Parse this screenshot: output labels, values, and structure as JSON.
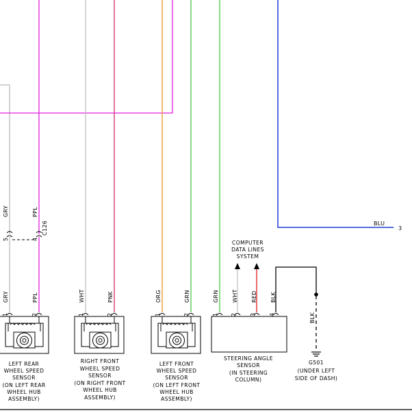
{
  "colors": {
    "GRY": "#b9b9b9",
    "PPL": "#e020e0",
    "WHT": "#c0c0c0",
    "PNK": "#d0286a",
    "ORG": "#e8961e",
    "GRN": "#4cc84c",
    "BLU": "#1e3cd2",
    "RED": "#e01a1a",
    "BLK": "#000000"
  },
  "connector": {
    "name": "C126",
    "pin_left": "5",
    "pin_right": "4"
  },
  "right_exit": {
    "color": "BLU",
    "ref": "3"
  },
  "sensors": {
    "left_rear": {
      "wire1": "GRY",
      "wire2": "PPL",
      "pin1": "1",
      "pin2": "2",
      "upper_wire1": "GRY",
      "upper_wire2": "PPL",
      "caption": [
        "LEFT REAR",
        "WHEEL SPEED",
        "SENSOR",
        "(ON LEFT REAR",
        "WHEEL HUB",
        "ASSEMBLY)"
      ]
    },
    "right_front": {
      "wire1": "WHT",
      "wire2": "PNK",
      "pin1": "1",
      "pin2": "2",
      "caption": [
        "RIGHT FRONT",
        "WHEEL SPEED",
        "SENSOR",
        "(ON RIGHT FRONT",
        "WHEEL HUB",
        "ASSEMBLY)"
      ]
    },
    "left_front": {
      "wire1": "ORG",
      "wire2": "GRN",
      "pin1": "1",
      "pin2": "2",
      "caption": [
        "LEFT FRONT",
        "WHEEL SPEED",
        "SENSOR",
        "(ON LEFT FRONT",
        "WHEEL HUB",
        "ASSEMBLY)"
      ]
    }
  },
  "steering_angle_sensor": {
    "wires": [
      "GRN",
      "WHT",
      "RED",
      "BLK"
    ],
    "pins": [
      "1",
      "2",
      "3",
      "4"
    ],
    "caption": [
      "STEERING ANGLE",
      "SENSOR",
      "(IN STEERING",
      "COLUMN)"
    ]
  },
  "data_lines_label": [
    "COMPUTER",
    "DATA LINES",
    "SYSTEM"
  ],
  "ground": {
    "wire": "BLK",
    "id": "G501",
    "caption": [
      "(UNDER LEFT",
      "SIDE OF DASH)"
    ]
  }
}
